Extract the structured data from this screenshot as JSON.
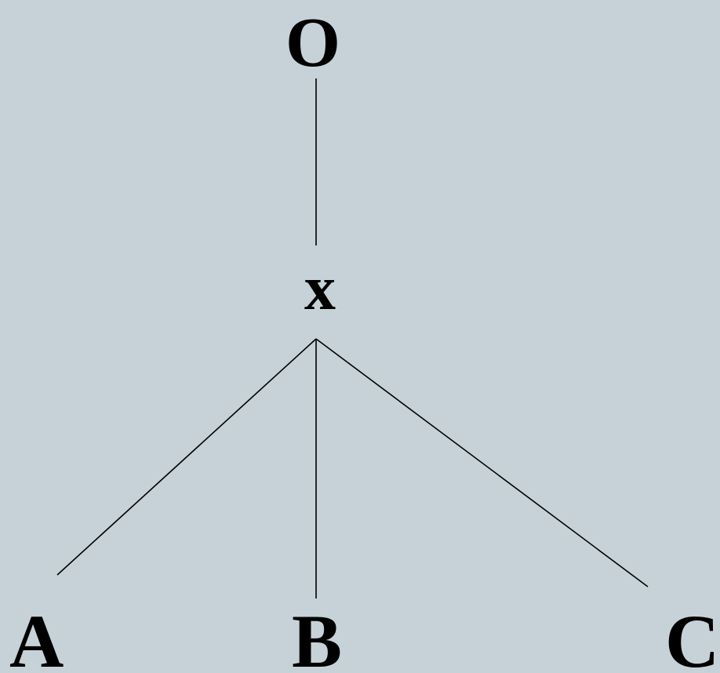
{
  "nodes": {
    "o": "O",
    "x": "x",
    "a": "A",
    "b": "B",
    "c": "C"
  },
  "edges": [
    {
      "from": "o",
      "to": "x"
    },
    {
      "from": "x",
      "to": "a"
    },
    {
      "from": "x",
      "to": "b"
    },
    {
      "from": "x",
      "to": "c"
    }
  ],
  "colors": {
    "background": "#c7d2d8",
    "ink": "#000000"
  }
}
